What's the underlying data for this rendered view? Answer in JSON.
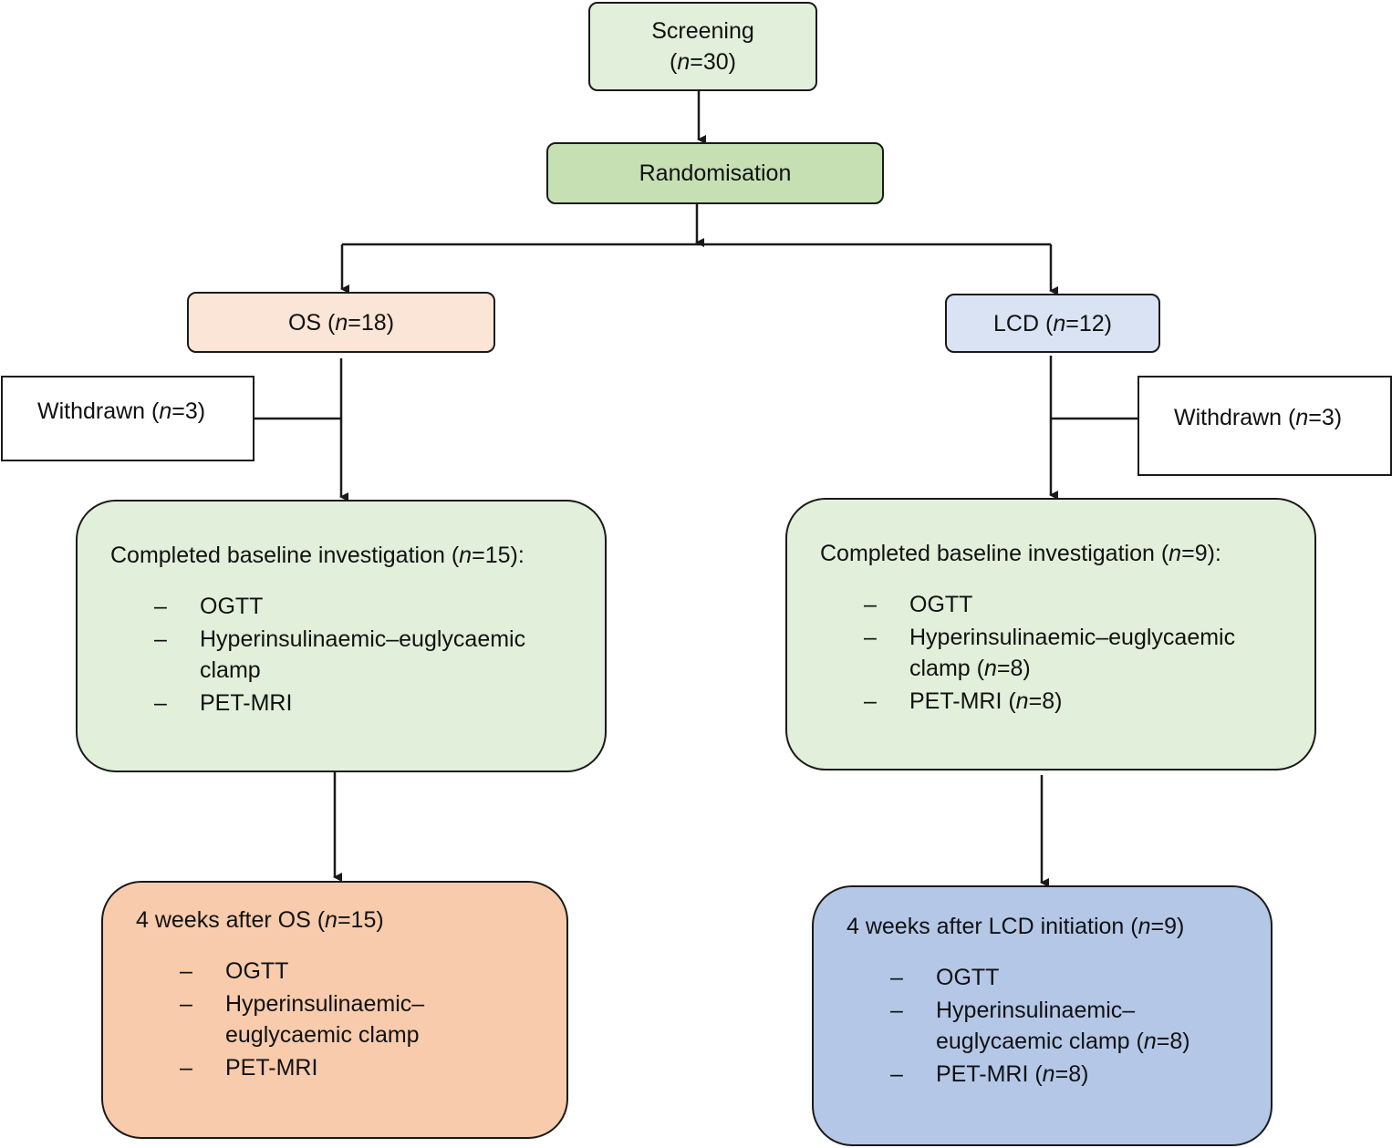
{
  "screening": {
    "label": "Screening",
    "n": "(n=30)"
  },
  "randomisation": {
    "label": "Randomisation"
  },
  "os_arm": {
    "label": "OS (n=18)",
    "withdrawn": "Withdrawn (n=3)",
    "baseline": {
      "title": "Completed baseline investigation (n=15):",
      "items": [
        "OGTT",
        "Hyperinsulinaemic–euglycaemic clamp",
        "PET-MRI"
      ]
    },
    "followup": {
      "title": "4 weeks after OS (n=15)",
      "items": [
        "OGTT",
        "Hyperinsulinaemic–euglycaemic clamp",
        "PET-MRI"
      ]
    }
  },
  "lcd_arm": {
    "label": "LCD (n=12)",
    "withdrawn": "Withdrawn (n=3)",
    "baseline": {
      "title": "Completed baseline investigation (n=9):",
      "items": [
        "OGTT",
        "Hyperinsulinaemic–euglycaemic clamp (n=8)",
        "PET-MRI (n=8)"
      ]
    },
    "followup": {
      "title": "4 weeks after LCD initiation (n=9)",
      "items": [
        "OGTT",
        "Hyperinsulinaemic–euglycaemic clamp (n=8)",
        "PET-MRI (n=8)"
      ]
    }
  },
  "bullet": "–",
  "colors": {
    "green_light": "#e2efda",
    "green_mid": "#c6e0b4",
    "orange_light": "#fbe5d6",
    "orange_mid": "#f7cbac",
    "blue_light": "#dae3f3",
    "blue_mid": "#b4c7e7",
    "line": "#1a1a1a"
  }
}
